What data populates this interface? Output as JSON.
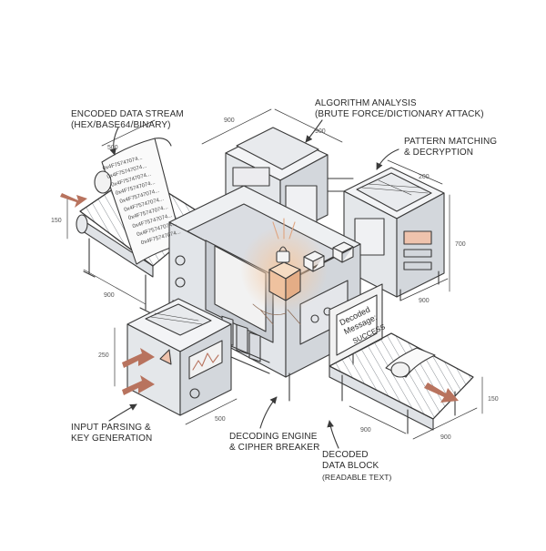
{
  "labels": {
    "encoded_stream": {
      "line1": "ENCODED DATA STREAM",
      "line2": "(HEX/BASE64/BINARY)"
    },
    "algorithm": {
      "line1": "ALGORITHM ANALYSIS",
      "line2": "(BRUTE FORCE/DICTIONARY ATTACK)"
    },
    "pattern": {
      "line1": "PATTERN MATCHING",
      "line2": "& DECRYPTION"
    },
    "input": {
      "line1": "INPUT PARSING &",
      "line2": "KEY GENERATION"
    },
    "engine": {
      "line1": "DECODING ENGINE",
      "line2": "& CIPHER BREAKER"
    },
    "decoded": {
      "line1": "DECODED",
      "line2": "DATA BLOCK",
      "line3": "(READABLE TEXT)"
    }
  },
  "scroll_lines": [
    "0x4F75747074...",
    "0x4F75747074...",
    "0x4F75747074...",
    "0x4F75747074...",
    "0x4F75747074...",
    "0x4F75747074...",
    "0x4F75747074...",
    "0x4F75747074...",
    "0x4F75747074...",
    "0x4F75747074..."
  ],
  "screen": {
    "line1": "Decoded",
    "line2": "Message:",
    "line3": "SUCCESS"
  },
  "dimensions": {
    "top_left": "900",
    "top_right": "900",
    "scroll_width": "500",
    "scroll_height": "150",
    "conveyor_left": "900",
    "pattern_width": "200",
    "pattern_height": "700",
    "pattern_depth": "900",
    "input_height": "250",
    "input_width": "500",
    "out_width": "900",
    "out_depth": "900",
    "out_height": "150"
  },
  "colors": {
    "ink": "#3a3a3a",
    "arrow": "#b8735e",
    "metal": "#eceef0",
    "shade": "#cfd3d8",
    "glow": "#f2c9a6"
  }
}
